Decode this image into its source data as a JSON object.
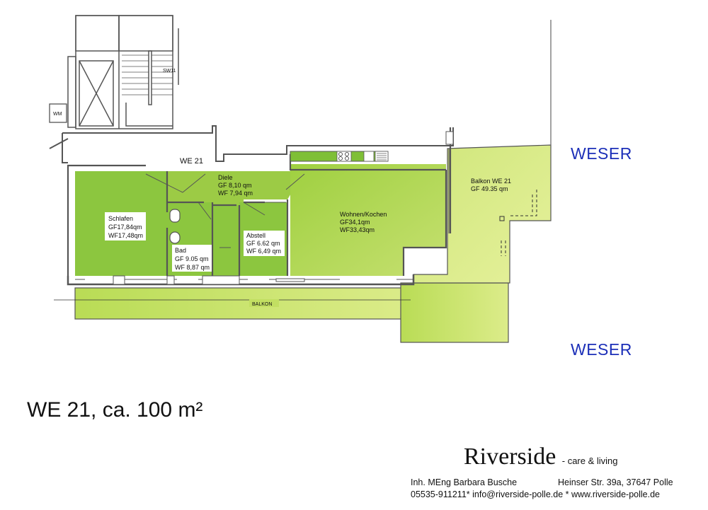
{
  "unit_label": "WE 21",
  "stairwell_label": "SW11",
  "washer_label": "WM",
  "rooms": {
    "diele": {
      "name": "Diele",
      "gf": "GF 8,10 qm",
      "wf": "WF 7,94 qm"
    },
    "schlafen": {
      "name": "Schlafen",
      "gf": "GF17,84qm",
      "wf": "WF17,48qm"
    },
    "bad": {
      "name": "Bad",
      "gf": "GF 9.05 qm",
      "wf": "WF 8,87 qm"
    },
    "abstell": {
      "name": "Abstell",
      "gf": "GF 6.62 qm",
      "wf": "WF 6,49 qm"
    },
    "wohnen": {
      "name": "Wohnen/Kochen",
      "gf": "GF34,1qm",
      "wf": "WF33,43qm"
    },
    "balkon_we21": {
      "name": "Balkon WE 21",
      "gf": "GF 49.35 qm"
    },
    "balkon": {
      "name": "BALKON"
    }
  },
  "river_labels": [
    "WESER",
    "WESER"
  ],
  "title": "WE 21, ca. 100 m²",
  "brand": {
    "name": "Riverside",
    "tagline": "- care & living"
  },
  "contact": {
    "owner": "Inh. MEng Barbara Busche",
    "address": "Heinser Str. 39a, 37647 Polle",
    "line2": "05535-911211* info@riverside-polle.de * www.riverside-polle.de"
  },
  "colors": {
    "room_fill": "#8cc63f",
    "living_fill": "#b5d95a",
    "balcony_fill": "#cfe57a",
    "wall": "#555555",
    "river_text": "#1c2fb8"
  }
}
